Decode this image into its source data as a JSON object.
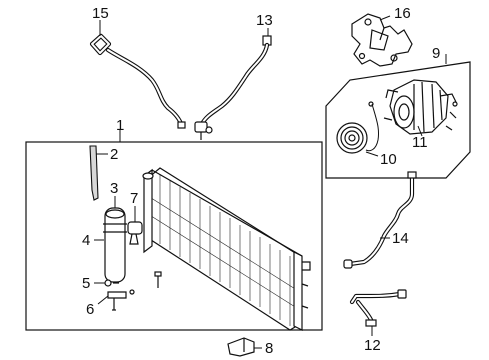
{
  "callouts": [
    {
      "id": "c1",
      "label": "1"
    },
    {
      "id": "c2",
      "label": "2"
    },
    {
      "id": "c3",
      "label": "3"
    },
    {
      "id": "c4",
      "label": "4"
    },
    {
      "id": "c5",
      "label": "5"
    },
    {
      "id": "c6",
      "label": "6"
    },
    {
      "id": "c7",
      "label": "7"
    },
    {
      "id": "c8",
      "label": "8"
    },
    {
      "id": "c9",
      "label": "9"
    },
    {
      "id": "c10",
      "label": "10"
    },
    {
      "id": "c11",
      "label": "11"
    },
    {
      "id": "c12",
      "label": "12"
    },
    {
      "id": "c13",
      "label": "13"
    },
    {
      "id": "c14",
      "label": "14"
    },
    {
      "id": "c15",
      "label": "15"
    },
    {
      "id": "c16",
      "label": "16"
    }
  ]
}
